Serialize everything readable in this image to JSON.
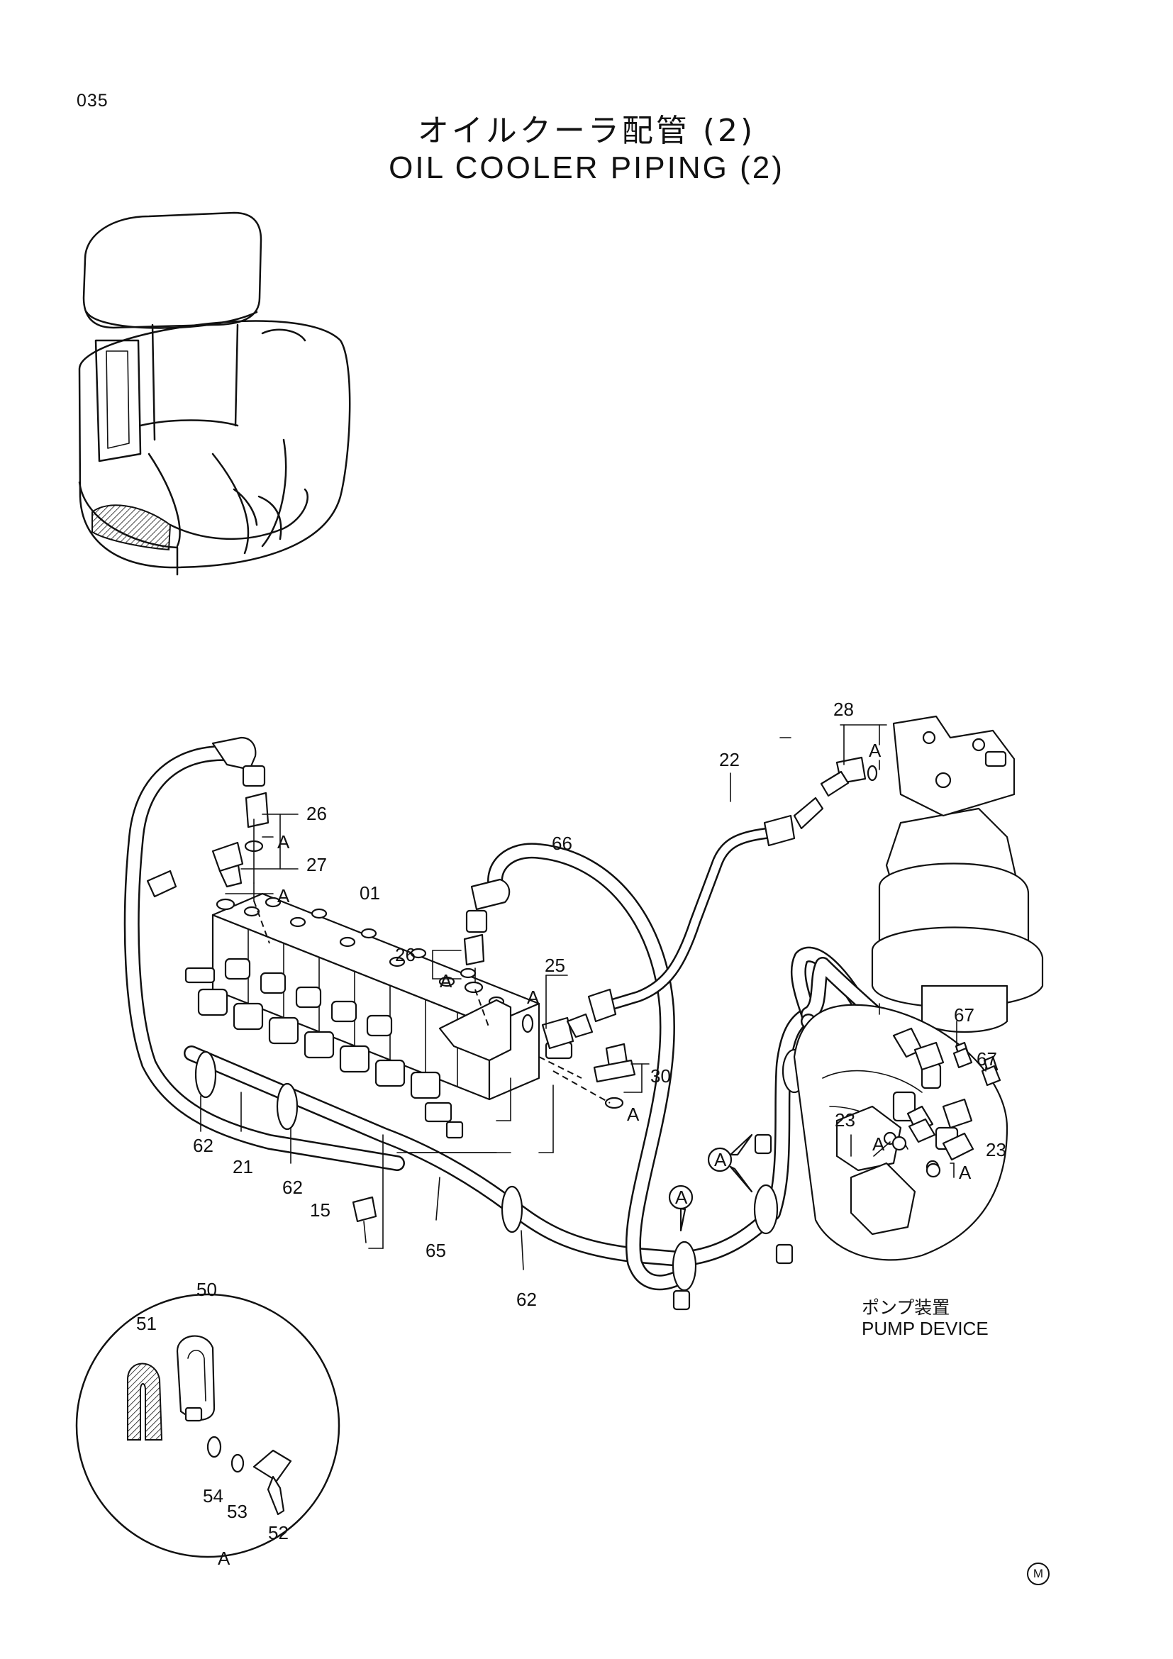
{
  "page_number": "035",
  "title_jp": "オイルクーラ配管 (2)",
  "title_en": "OIL COOLER PIPING (2)",
  "pump_label_jp": "ポンプ装置",
  "pump_label_en": "PUMP DEVICE",
  "detail_ref": "A",
  "callout_letter": "A",
  "corner_mark": "M",
  "part_numbers": [
    "01",
    "15",
    "21",
    "22",
    "23",
    "25",
    "26",
    "27",
    "28",
    "30",
    "50",
    "51",
    "52",
    "53",
    "54",
    "62",
    "65",
    "66",
    "67"
  ]
}
